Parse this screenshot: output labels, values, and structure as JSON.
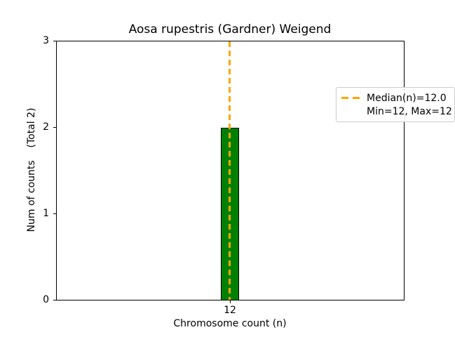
{
  "chart_data": {
    "type": "bar",
    "title": "Aosa rupestris (Gardner) Weigend",
    "xlabel": "Chromosome count (n)",
    "ylabel": "Num of counts    (Total 2)",
    "categories": [
      "12"
    ],
    "values": [
      2
    ],
    "total_counts": 2,
    "ylim": [
      0,
      3
    ],
    "yticks": [
      "0",
      "1",
      "2",
      "3"
    ],
    "grid": "off",
    "bar_color": "#008000",
    "bar_edge_color": "#000000",
    "median_line": {
      "value": 12.0,
      "color": "#FFA500",
      "style": "dashed"
    },
    "stats": {
      "median": 12.0,
      "min": 12,
      "max": 12
    },
    "legend": {
      "position": "upper-right",
      "entries": [
        {
          "marker": "orange-dashed-line",
          "label": "Median(n)=12.0"
        },
        {
          "marker": "none",
          "label": "Min=12, Max=12"
        }
      ]
    }
  }
}
